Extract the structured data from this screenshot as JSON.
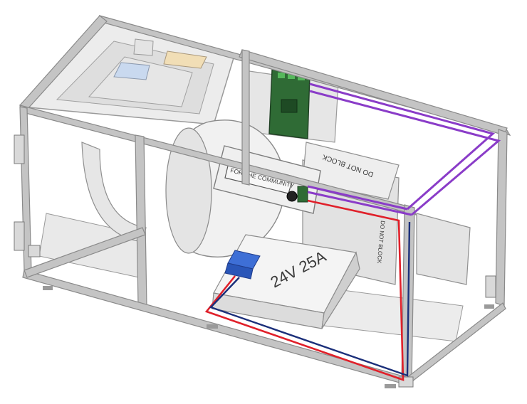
{
  "labels": {
    "display_text": "FOR THE COMMUNITY",
    "psu_rating": "24V 25A",
    "do_not_block_top": "DO NOT BLOCK",
    "do_not_block_side": "DO NOT BLOCK"
  },
  "colors": {
    "frame": "#bfbfbf",
    "frame_edge": "#8a8a8a",
    "panel": "#e8e8e8",
    "board_green": "#2f6b35",
    "connector_blue": "#2a56b8",
    "wire_red": "#e0202a",
    "wire_navy": "#1b2f7a",
    "wire_purple": "#8a3cc8"
  }
}
